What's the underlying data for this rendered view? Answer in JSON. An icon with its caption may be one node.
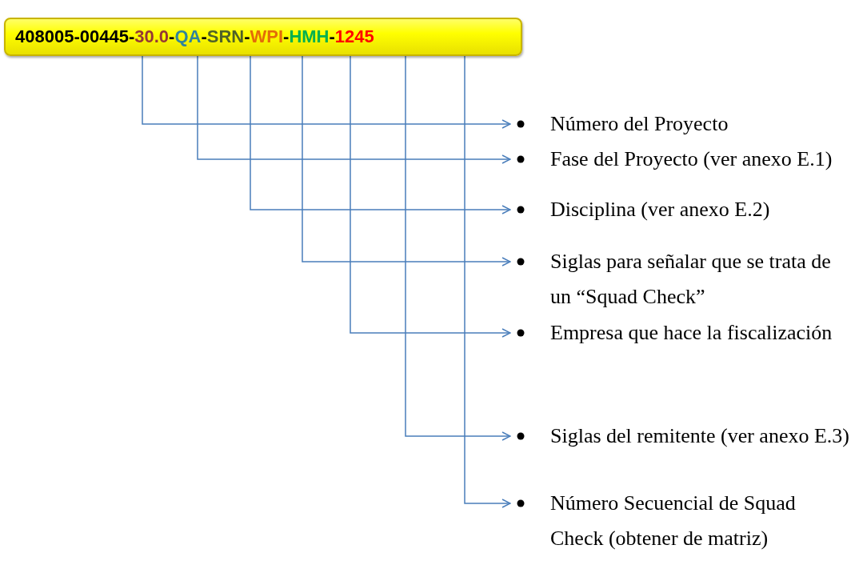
{
  "diagram": {
    "nodes": [
      {
        "text": [
          "408005-00445-",
          "30.0",
          "-",
          "QA",
          "-",
          "SRN",
          "-",
          "WPI",
          "-",
          "HMH",
          "-",
          "1245"
        ]
      },
      {
        "text": [
          "Número del Proyecto"
        ]
      },
      {
        "text": [
          "Fase del Proyecto (ver anexo E.1)"
        ]
      },
      {
        "text": [
          "Disciplina (ver anexo E.2)"
        ]
      },
      {
        "text": [
          "Siglas para señalar que se trata de un “Squad Check”"
        ]
      },
      {
        "text": [
          "Empresa que hace la fiscalización"
        ]
      },
      {
        "text": [
          "Siglas del remitente (ver anexo E.3)"
        ]
      },
      {
        "text": [
          "Número Secuencial de Squad Check (obtener de matriz)"
        ]
      }
    ],
    "edges": [
      {
        "from": 0,
        "to": 1,
        "arrow": "to"
      },
      {
        "from": 0,
        "to": 2,
        "arrow": "to"
      },
      {
        "from": 0,
        "to": 3,
        "arrow": "to"
      },
      {
        "from": 0,
        "to": 4,
        "arrow": "to"
      },
      {
        "from": 0,
        "to": 5,
        "arrow": "to"
      },
      {
        "from": 0,
        "to": 6,
        "arrow": "to"
      },
      {
        "from": 0,
        "to": 7,
        "arrow": "to"
      }
    ]
  }
}
